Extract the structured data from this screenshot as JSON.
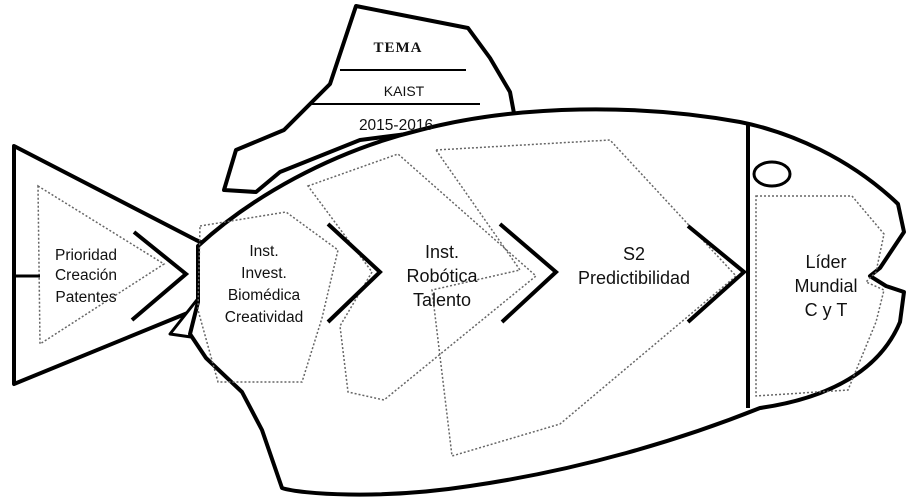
{
  "header": {
    "title": "TEMA",
    "subject": "KAIST",
    "period": "2015-2016"
  },
  "stages": [
    {
      "id": "tail",
      "lines": [
        "Prioridad",
        "Creación",
        "Patentes"
      ]
    },
    {
      "id": "stage1",
      "lines": [
        "Inst.",
        "Invest.",
        "Biomédica",
        "Creatividad"
      ]
    },
    {
      "id": "stage2",
      "lines": [
        "Inst.",
        "Robótica",
        "Talento"
      ]
    },
    {
      "id": "stage3",
      "lines": [
        "S2",
        "Predictibilidad"
      ]
    },
    {
      "id": "head",
      "lines": [
        "Líder",
        "Mundial",
        "C y T"
      ]
    }
  ]
}
